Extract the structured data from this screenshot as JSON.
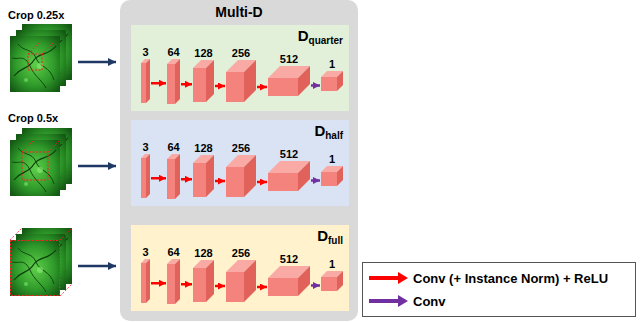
{
  "diagram": {
    "nodes": [
      {
        "text": [
          "Multi-D"
        ]
      },
      {
        "text": [
          "D",
          "quarter"
        ],
        "in": 0
      },
      {
        "text": [
          "3"
        ],
        "in": 1
      },
      {
        "text": [
          "64"
        ],
        "in": 1
      },
      {
        "text": [
          "128"
        ],
        "in": 1
      },
      {
        "text": [
          "256"
        ],
        "in": 1
      },
      {
        "text": [
          "512"
        ],
        "in": 1
      },
      {
        "text": [
          "1"
        ],
        "in": 1
      },
      {
        "text": [
          "D",
          "half"
        ],
        "in": 0
      },
      {
        "text": [
          "3"
        ],
        "in": 8
      },
      {
        "text": [
          "64"
        ],
        "in": 8
      },
      {
        "text": [
          "128"
        ],
        "in": 8
      },
      {
        "text": [
          "256"
        ],
        "in": 8
      },
      {
        "text": [
          "512"
        ],
        "in": 8
      },
      {
        "text": [
          "1"
        ],
        "in": 8
      },
      {
        "text": [
          "D",
          "full"
        ],
        "in": 0
      },
      {
        "text": [
          "3"
        ],
        "in": 15
      },
      {
        "text": [
          "64"
        ],
        "in": 15
      },
      {
        "text": [
          "128"
        ],
        "in": 15
      },
      {
        "text": [
          "256"
        ],
        "in": 15
      },
      {
        "text": [
          "512"
        ],
        "in": 15
      },
      {
        "text": [
          "1"
        ],
        "in": 15
      }
    ],
    "edges": [
      {
        "from": 2,
        "to": 3,
        "arrow": "to"
      },
      {
        "from": 3,
        "to": 4,
        "arrow": "to"
      },
      {
        "from": 4,
        "to": 5,
        "arrow": "to"
      },
      {
        "from": 5,
        "to": 6,
        "arrow": "to"
      },
      {
        "from": 6,
        "to": 7,
        "arrow": "to"
      },
      {
        "from": 9,
        "to": 10,
        "arrow": "to"
      },
      {
        "from": 10,
        "to": 11,
        "arrow": "to"
      },
      {
        "from": 11,
        "to": 12,
        "arrow": "to"
      },
      {
        "from": 12,
        "to": 13,
        "arrow": "to"
      },
      {
        "from": 13,
        "to": 14,
        "arrow": "to"
      },
      {
        "from": 16,
        "to": 17,
        "arrow": "to"
      },
      {
        "from": 17,
        "to": 18,
        "arrow": "to"
      },
      {
        "from": 18,
        "to": 19,
        "arrow": "to"
      },
      {
        "from": 19,
        "to": 20,
        "arrow": "to"
      },
      {
        "from": 20,
        "to": 21,
        "arrow": "to"
      }
    ],
    "labels": [
      "Crop 0.25x",
      "Crop 0.5x"
    ],
    "legend": [
      {
        "text": "Conv (+ Instance Norm) + ReLU"
      },
      {
        "text": "Conv"
      }
    ]
  }
}
